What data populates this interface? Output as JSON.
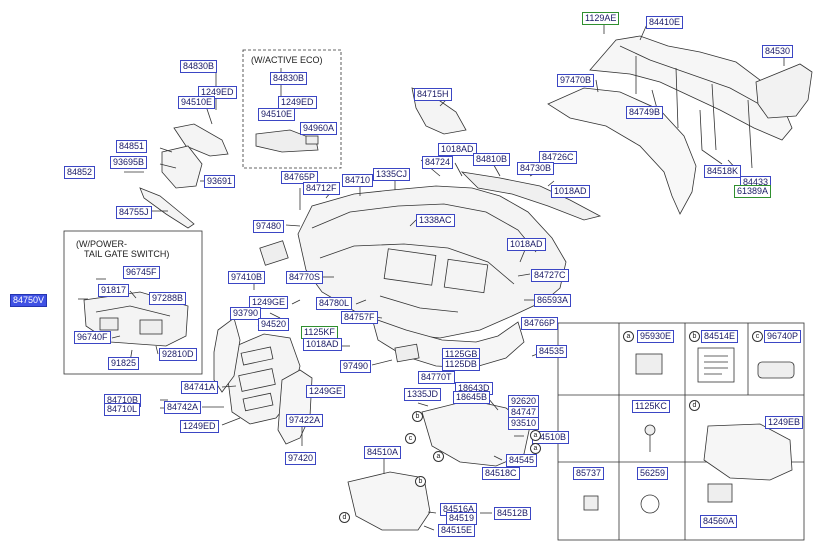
{
  "notes": {
    "active_eco": "(W/ACTIVE ECO)",
    "power_tail_1": "(W/POWER-",
    "power_tail_2": "TAIL GATE SWITCH)"
  },
  "circle_letters": [
    "a",
    "b",
    "c",
    "d"
  ],
  "labels": [
    {
      "id": "lbl-84830b-a",
      "text": "84830B"
    },
    {
      "id": "lbl-1249ed-a",
      "text": "1249ED"
    },
    {
      "id": "lbl-94510e-a",
      "text": "94510E"
    },
    {
      "id": "lbl-84851",
      "text": "84851"
    },
    {
      "id": "lbl-93695b",
      "text": "93695B"
    },
    {
      "id": "lbl-84852",
      "text": "84852"
    },
    {
      "id": "lbl-93691",
      "text": "93691"
    },
    {
      "id": "lbl-84755j",
      "text": "84755J"
    },
    {
      "id": "lbl-84830b-b",
      "text": "84830B"
    },
    {
      "id": "lbl-1249ed-b",
      "text": "1249ED"
    },
    {
      "id": "lbl-94510e-b",
      "text": "94510E"
    },
    {
      "id": "lbl-94960a",
      "text": "94960A"
    },
    {
      "id": "lbl-84715h",
      "text": "84715H"
    },
    {
      "id": "lbl-1129ae",
      "text": "1129AE",
      "green": true
    },
    {
      "id": "lbl-84410e",
      "text": "84410E"
    },
    {
      "id": "lbl-84530",
      "text": "84530"
    },
    {
      "id": "lbl-97470b",
      "text": "97470B"
    },
    {
      "id": "lbl-84749b",
      "text": "84749B"
    },
    {
      "id": "lbl-1018ad-a",
      "text": "1018AD"
    },
    {
      "id": "lbl-84724",
      "text": "84724"
    },
    {
      "id": "lbl-84810b",
      "text": "84810B"
    },
    {
      "id": "lbl-84726c",
      "text": "84726C"
    },
    {
      "id": "lbl-84730b",
      "text": "84730B"
    },
    {
      "id": "lbl-1018ad-b",
      "text": "1018AD"
    },
    {
      "id": "lbl-84518k",
      "text": "84518K"
    },
    {
      "id": "lbl-84433",
      "text": "84433"
    },
    {
      "id": "lbl-61389a",
      "text": "61389A",
      "green": true
    },
    {
      "id": "lbl-84765p",
      "text": "84765P"
    },
    {
      "id": "lbl-84712f",
      "text": "84712F"
    },
    {
      "id": "lbl-84710-a",
      "text": "84710"
    },
    {
      "id": "lbl-1335cj",
      "text": "1335CJ"
    },
    {
      "id": "lbl-97480",
      "text": "97480"
    },
    {
      "id": "lbl-1338ac",
      "text": "1338AC"
    },
    {
      "id": "lbl-1018ad-c",
      "text": "1018AD"
    },
    {
      "id": "lbl-84727c",
      "text": "84727C"
    },
    {
      "id": "lbl-86593a",
      "text": "86593A"
    },
    {
      "id": "lbl-96745f",
      "text": "96745F"
    },
    {
      "id": "lbl-97410b",
      "text": "97410B"
    },
    {
      "id": "lbl-84770s",
      "text": "84770S"
    },
    {
      "id": "lbl-84750v",
      "text": "84750V",
      "selected": true
    },
    {
      "id": "lbl-91817",
      "text": "91817"
    },
    {
      "id": "lbl-97288b",
      "text": "97288B"
    },
    {
      "id": "lbl-1249ge-a",
      "text": "1249GE"
    },
    {
      "id": "lbl-93790",
      "text": "93790"
    },
    {
      "id": "lbl-84780l",
      "text": "84780L"
    },
    {
      "id": "lbl-84757f",
      "text": "84757F"
    },
    {
      "id": "lbl-94520",
      "text": "94520"
    },
    {
      "id": "lbl-84766p",
      "text": "84766P"
    },
    {
      "id": "lbl-96740f",
      "text": "96740F"
    },
    {
      "id": "lbl-1125kf",
      "text": "1125KF",
      "green": true
    },
    {
      "id": "lbl-1018ad-d",
      "text": "1018AD"
    },
    {
      "id": "lbl-91825",
      "text": "91825"
    },
    {
      "id": "lbl-92810d",
      "text": "92810D"
    },
    {
      "id": "lbl-84535",
      "text": "84535"
    },
    {
      "id": "lbl-97490",
      "text": "97490"
    },
    {
      "id": "lbl-1125gb",
      "text": "1125GB"
    },
    {
      "id": "lbl-1125db",
      "text": "1125DB"
    },
    {
      "id": "lbl-84770t",
      "text": "84770T"
    },
    {
      "id": "lbl-84741a",
      "text": "84741A"
    },
    {
      "id": "lbl-18643d",
      "text": "18643D"
    },
    {
      "id": "lbl-18645b",
      "text": "18645B"
    },
    {
      "id": "lbl-1335jd",
      "text": "1335JD"
    },
    {
      "id": "lbl-92620",
      "text": "92620"
    },
    {
      "id": "lbl-84747",
      "text": "84747"
    },
    {
      "id": "lbl-93510",
      "text": "93510"
    },
    {
      "id": "lbl-1249ge-b",
      "text": "1249GE"
    },
    {
      "id": "lbl-84710b",
      "text": "84710B"
    },
    {
      "id": "lbl-84710l",
      "text": "84710L"
    },
    {
      "id": "lbl-84742a",
      "text": "84742A"
    },
    {
      "id": "lbl-97422a",
      "text": "97422A"
    },
    {
      "id": "lbl-1249ed-c",
      "text": "1249ED"
    },
    {
      "id": "lbl-84510b",
      "text": "84510B"
    },
    {
      "id": "lbl-97420",
      "text": "97420"
    },
    {
      "id": "lbl-84510a",
      "text": "84510A"
    },
    {
      "id": "lbl-84545",
      "text": "84545"
    },
    {
      "id": "lbl-84518c",
      "text": "84518C"
    },
    {
      "id": "lbl-84516a",
      "text": "84516A"
    },
    {
      "id": "lbl-84519",
      "text": "84519"
    },
    {
      "id": "lbl-84512b",
      "text": "84512B"
    },
    {
      "id": "lbl-84515e",
      "text": "84515E"
    }
  ],
  "table": {
    "cells": [
      {
        "letter": "a",
        "code": "95930E"
      },
      {
        "letter": "b",
        "code": "84514E"
      },
      {
        "letter": "c",
        "code": "96740P"
      }
    ],
    "row2_code": "1125KC",
    "row2_letter": "d",
    "row2_d_code": "1249EB",
    "row2_d_code2": "84560A",
    "row3_left": "85737",
    "row3_mid": "56259"
  }
}
